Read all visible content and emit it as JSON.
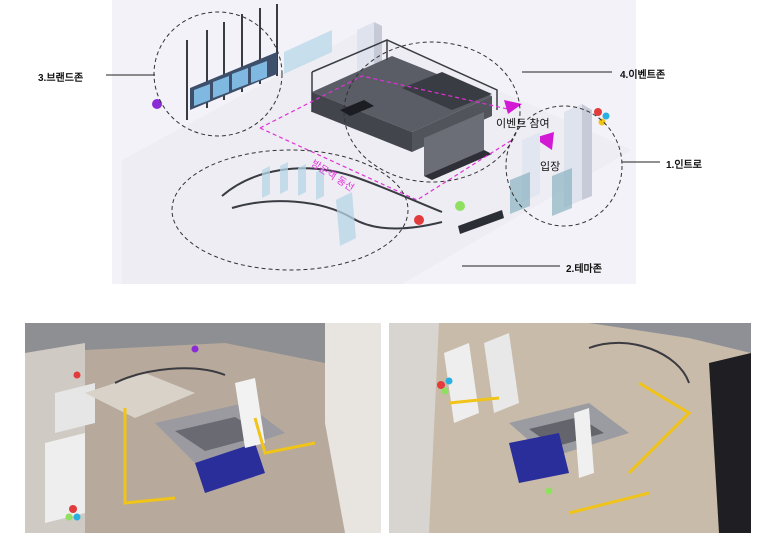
{
  "zones": {
    "intro": "1.인트로",
    "theme": "2.테마존",
    "brand": "3.브랜드존",
    "event": "4.이벤트존"
  },
  "labels": {
    "event_participation": "이벤트 참여",
    "entrance": "입장",
    "visitor_flow": "방문객 동선"
  },
  "colors": {
    "flow_line": "#e030d8",
    "arrow": "#d21ad4",
    "dashed_circle": "#333333",
    "panel_background": "#f3f2f8",
    "structure_dark": "#4a4c55",
    "accent_yellow": "#f0c419",
    "counter_blue": "#2a2e9a"
  },
  "icons": [
    "pink-triangle-arrow-icon",
    "pink-triangle-arrow-icon"
  ]
}
